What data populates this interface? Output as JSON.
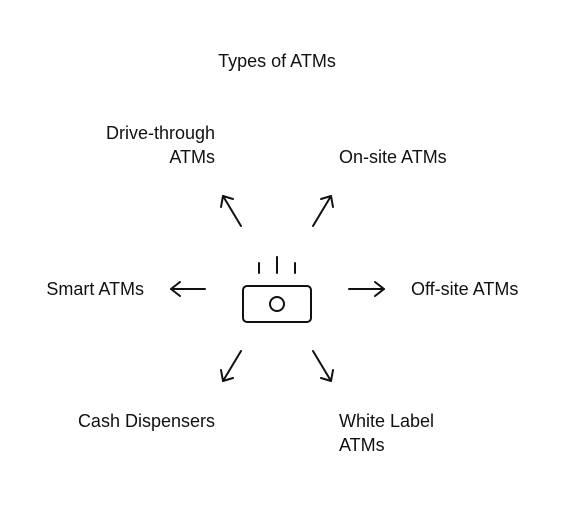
{
  "diagram": {
    "title": "Types of ATMs",
    "branches": {
      "drive_through": [
        "Drive-through",
        "ATMs"
      ],
      "on_site": [
        "On-site ATMs"
      ],
      "smart": [
        "Smart ATMs"
      ],
      "off_site": [
        "Off-site ATMs"
      ],
      "cash_dispensers": [
        "Cash Dispensers"
      ],
      "white_label": [
        "White Label",
        "ATMs"
      ]
    },
    "colors": {
      "stroke": "#111111",
      "background": "#ffffff"
    },
    "center_icon": "atm-cash-icon"
  }
}
